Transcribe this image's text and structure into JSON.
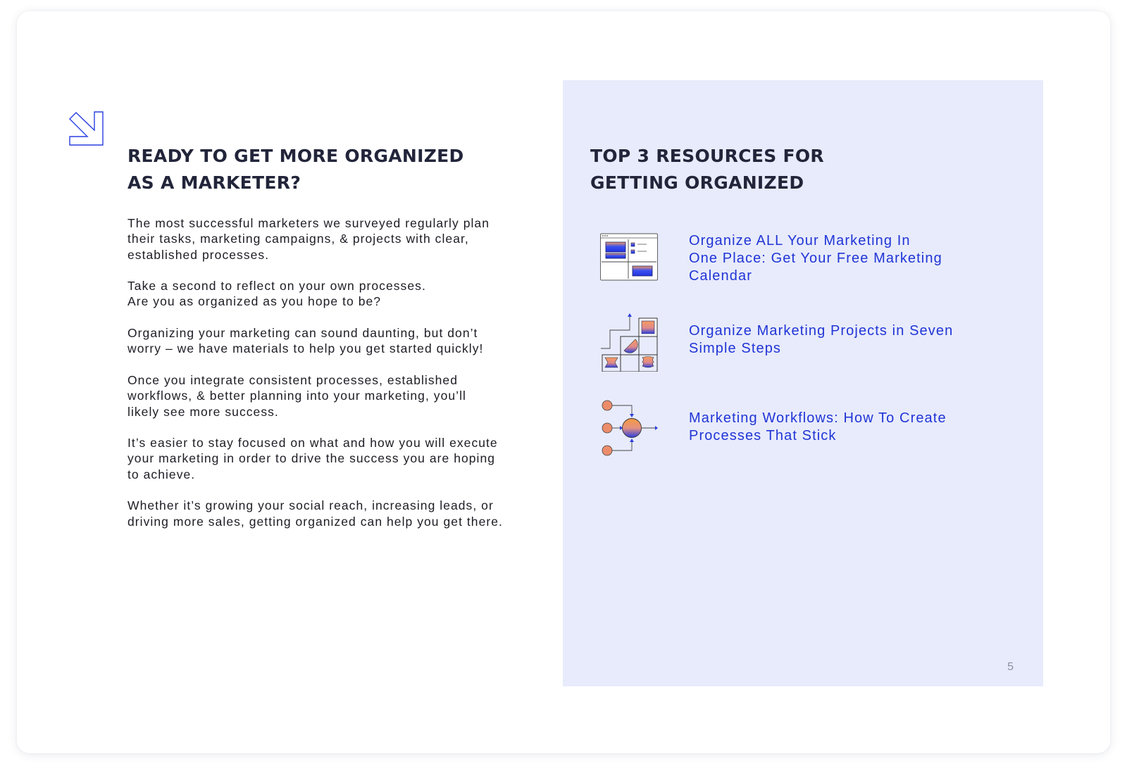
{
  "left": {
    "icon": "arrow-down-right-icon",
    "heading_lines": [
      "READY TO GET MORE ORGANIZED",
      "AS A MARKETER?"
    ],
    "paragraphs": [
      [
        "The most successful marketers we surveyed regularly plan",
        "their tasks, marketing campaigns, & projects with clear,",
        "established processes."
      ],
      [
        "Take a second to reflect on your own processes.",
        "Are you as organized as you hope to be?"
      ],
      [
        "Organizing your marketing can sound daunting, but don’t",
        "worry – we have materials to help you get started quickly!"
      ],
      [
        "Once you integrate consistent processes, established",
        "workflows, & better planning into your marketing, you’ll",
        "likely see more success."
      ],
      [
        "It’s easier to stay focused on what and how you will execute",
        "your marketing in order to drive the success you are hoping",
        "to achieve."
      ],
      [
        "Whether it’s growing your social reach, increasing leads, or",
        "driving more sales, getting organized can help you get there."
      ]
    ]
  },
  "panel": {
    "background": "#e8ebfb",
    "heading_lines": [
      "TOP 3 RESOURCES FOR",
      "GETTING ORGANIZED"
    ],
    "resources": [
      {
        "icon": "marketing-calendar-icon",
        "lines": [
          "Organize ALL Your Marketing In",
          "One Place: Get Your Free Marketing",
          "Calendar"
        ]
      },
      {
        "icon": "project-steps-icon",
        "lines": [
          "Organize Marketing Projects in Seven",
          "Simple Steps"
        ]
      },
      {
        "icon": "workflow-icon",
        "lines": [
          "Marketing Workflows: How To Create",
          "Processes That Stick"
        ]
      }
    ],
    "page_number": "5"
  },
  "colors": {
    "heading": "#22253a",
    "body": "#1c1c24",
    "link": "#2035d6",
    "accent_blue": "#2a3fe0",
    "accent_orange": "#f59a62"
  }
}
